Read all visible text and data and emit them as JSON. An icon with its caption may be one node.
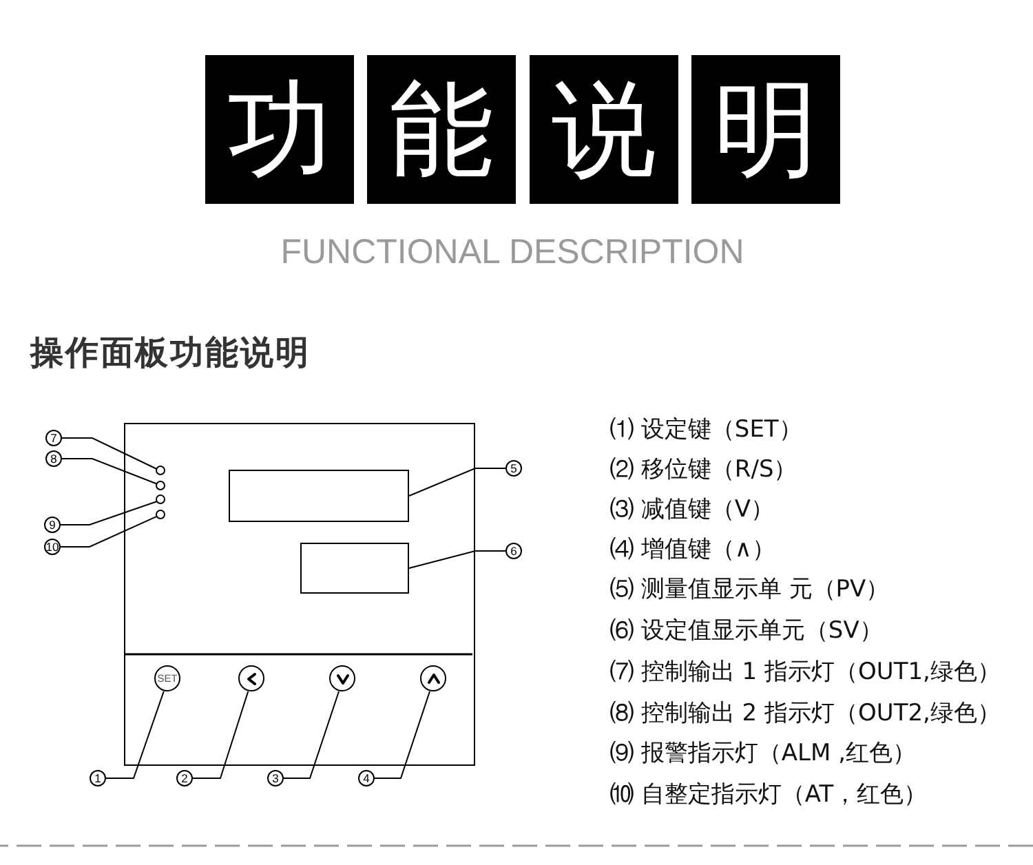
{
  "diagram": {
    "title": "功能说明",
    "nodes": [
      {
        "text": [],
        "shape": "box"
      },
      {
        "text": [],
        "shape": "circle",
        "in": 0
      },
      {
        "text": [],
        "shape": "circle",
        "in": 0
      },
      {
        "text": [],
        "shape": "circle",
        "in": 0
      },
      {
        "text": [],
        "shape": "circle",
        "in": 0
      },
      {
        "text": [],
        "shape": "box",
        "in": 0
      },
      {
        "text": [],
        "shape": "box",
        "in": 0
      },
      {
        "text": [
          "SET"
        ],
        "in": 0
      },
      {
        "text": [],
        "shape": "circle",
        "in": 0
      },
      {
        "text": [],
        "shape": "circle",
        "in": 0
      },
      {
        "text": [],
        "shape": "circle",
        "in": 0
      },
      {
        "text": [
          "7"
        ]
      },
      {
        "text": [
          "8"
        ]
      },
      {
        "text": [
          "9"
        ]
      },
      {
        "text": [
          "10"
        ]
      },
      {
        "text": [
          "5"
        ]
      },
      {
        "text": [
          "6"
        ]
      },
      {
        "text": [
          "1"
        ]
      },
      {
        "text": [
          "2"
        ]
      },
      {
        "text": [
          "3"
        ]
      },
      {
        "text": [
          "4"
        ]
      }
    ],
    "edges": [
      {
        "from": 11,
        "to": 1,
        "arrow": "none"
      },
      {
        "from": 12,
        "to": 2,
        "arrow": "none"
      },
      {
        "from": 13,
        "to": 3,
        "arrow": "none"
      },
      {
        "from": 14,
        "to": 4,
        "arrow": "none"
      },
      {
        "from": 15,
        "to": 5,
        "arrow": "none"
      },
      {
        "from": 16,
        "to": 6,
        "arrow": "none"
      },
      {
        "from": 17,
        "to": 7,
        "arrow": "none"
      },
      {
        "from": 18,
        "to": 8,
        "arrow": "none"
      },
      {
        "from": 19,
        "to": 9,
        "arrow": "none"
      },
      {
        "from": 20,
        "to": 10,
        "arrow": "none"
      }
    ],
    "labels": [
      "FUNCTIONAL DESCRIPTION",
      "操作面板功能说明",
      "⑴ 设定键（SET）",
      "⑵ 移位键（R/S）",
      "⑶ 减值键（V）",
      "⑷ 增值键（∧）",
      "⑸ 测量值显示单 元（PV）",
      "⑹ 设定值显示单元（SV）",
      "⑺ 控制输出 1 指示灯（OUT1,绿色）",
      "⑻ 控制输出 2 指示灯（OUT2,绿色）",
      "⑼ 报警指示灯（ALM ,红色）",
      "⑽ 自整定指示灯（AT，红色）"
    ]
  }
}
